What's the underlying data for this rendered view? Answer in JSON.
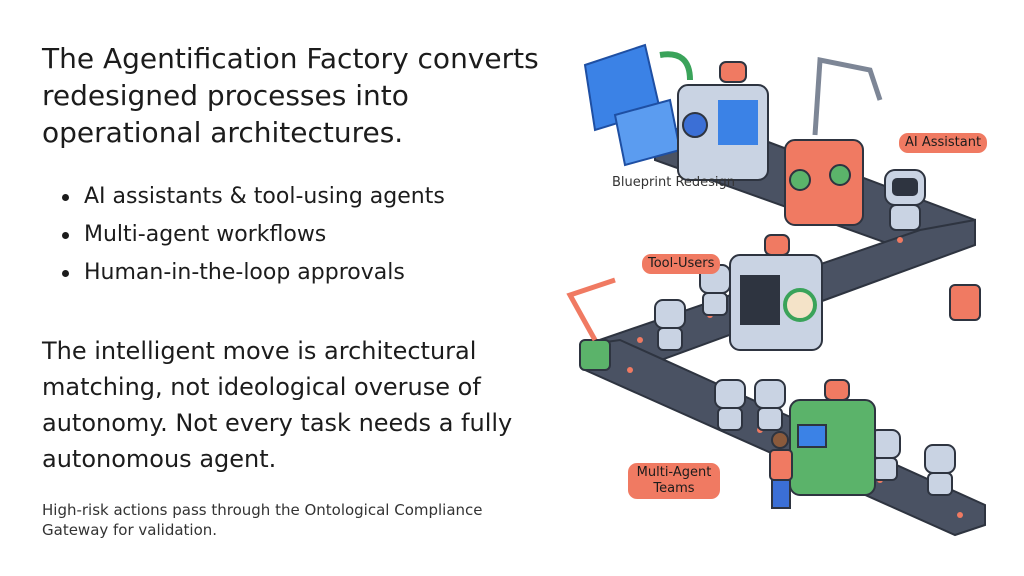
{
  "slide": {
    "title": "The Agentification Factory converts redesigned processes into operational architectures.",
    "bullets": [
      "AI assistants & tool-using agents",
      "Multi-agent workflows",
      "Human-in-the-loop approvals"
    ],
    "thesis": "The intelligent move is architectural matching, not ideological overuse of autonomy. Not every task needs a fully autonomous agent.",
    "footnote": "High-risk actions pass through the Ontological Compliance Gateway for validation."
  },
  "illustration": {
    "labels": {
      "blueprint": "Blueprint Redesign",
      "ai_assistant": "AI Assistant",
      "tool_users": "Tool-Users",
      "multi_agent": "Multi-Agent Teams"
    },
    "colors": {
      "belt": "#4a5263",
      "machine_gray": "#c9d3e3",
      "machine_orange": "#f07a62",
      "machine_green": "#5bb36a",
      "blueprint": "#3b82e6",
      "pill": "#f07a62"
    }
  }
}
